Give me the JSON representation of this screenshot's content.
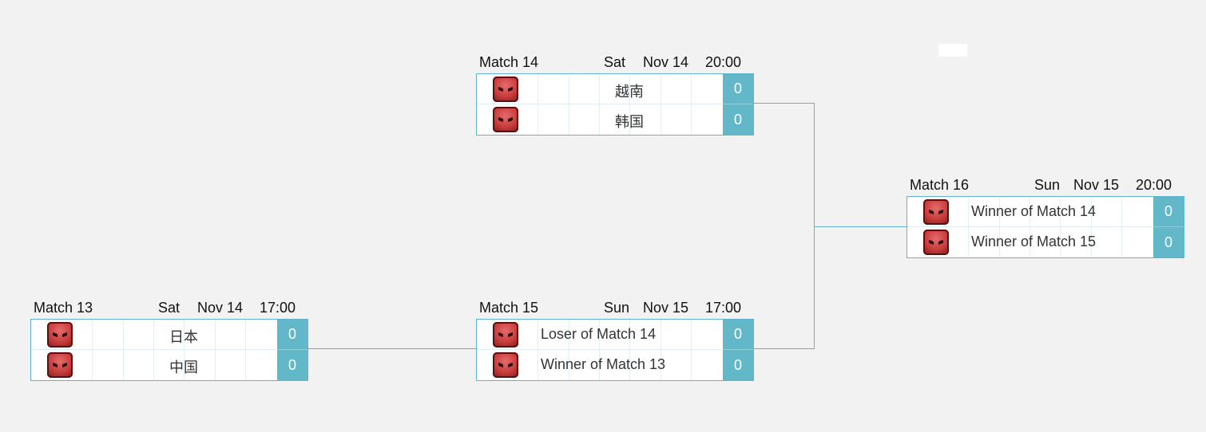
{
  "matches": {
    "m14": {
      "label": "Match 14",
      "day": "Sat",
      "date": "Nov 14",
      "time": "20:00",
      "team1": {
        "name": "越南",
        "score": "0"
      },
      "team2": {
        "name": "韩国",
        "score": "0"
      }
    },
    "m13": {
      "label": "Match 13",
      "day": "Sat",
      "date": "Nov 14",
      "time": "17:00",
      "team1": {
        "name": "日本",
        "score": "0"
      },
      "team2": {
        "name": "中国",
        "score": "0"
      }
    },
    "m15": {
      "label": "Match 15",
      "day": "Sun",
      "date": "Nov 15",
      "time": "17:00",
      "team1": {
        "name": "Loser of Match 14",
        "score": "0"
      },
      "team2": {
        "name": "Winner of Match 13",
        "score": "0"
      }
    },
    "m16": {
      "label": "Match 16",
      "day": "Sun",
      "date": "Nov 15",
      "time": "20:00",
      "team1": {
        "name": "Winner of Match 14",
        "score": "0"
      },
      "team2": {
        "name": "Winner of Match 15",
        "score": "0"
      }
    }
  },
  "icons": {
    "team_avatar": "red-monster-face-icon"
  },
  "colors": {
    "background": "#f2f2f2",
    "accent": "#5fb3ce",
    "score_bg": "#62b8c8"
  }
}
